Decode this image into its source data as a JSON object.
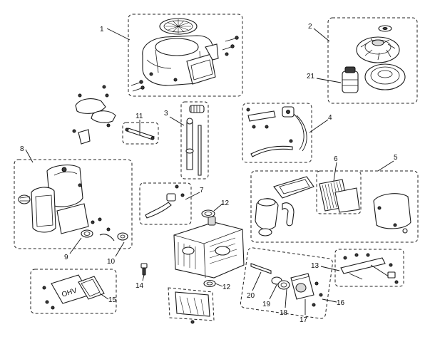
{
  "diagram": {
    "callouts": {
      "c1": "1",
      "c2": "2",
      "c3": "3",
      "c4": "4",
      "c5": "5",
      "c6": "6",
      "c7": "7",
      "c8": "8",
      "c9": "9",
      "c10": "10",
      "c11": "11",
      "c12a": "12",
      "c12b": "12",
      "c13": "13",
      "c14": "14",
      "c15": "15",
      "c16": "16",
      "c17": "17",
      "c18": "18",
      "c19": "19",
      "c20": "20",
      "c21": "21"
    },
    "valve_cover_text": "OHV"
  }
}
